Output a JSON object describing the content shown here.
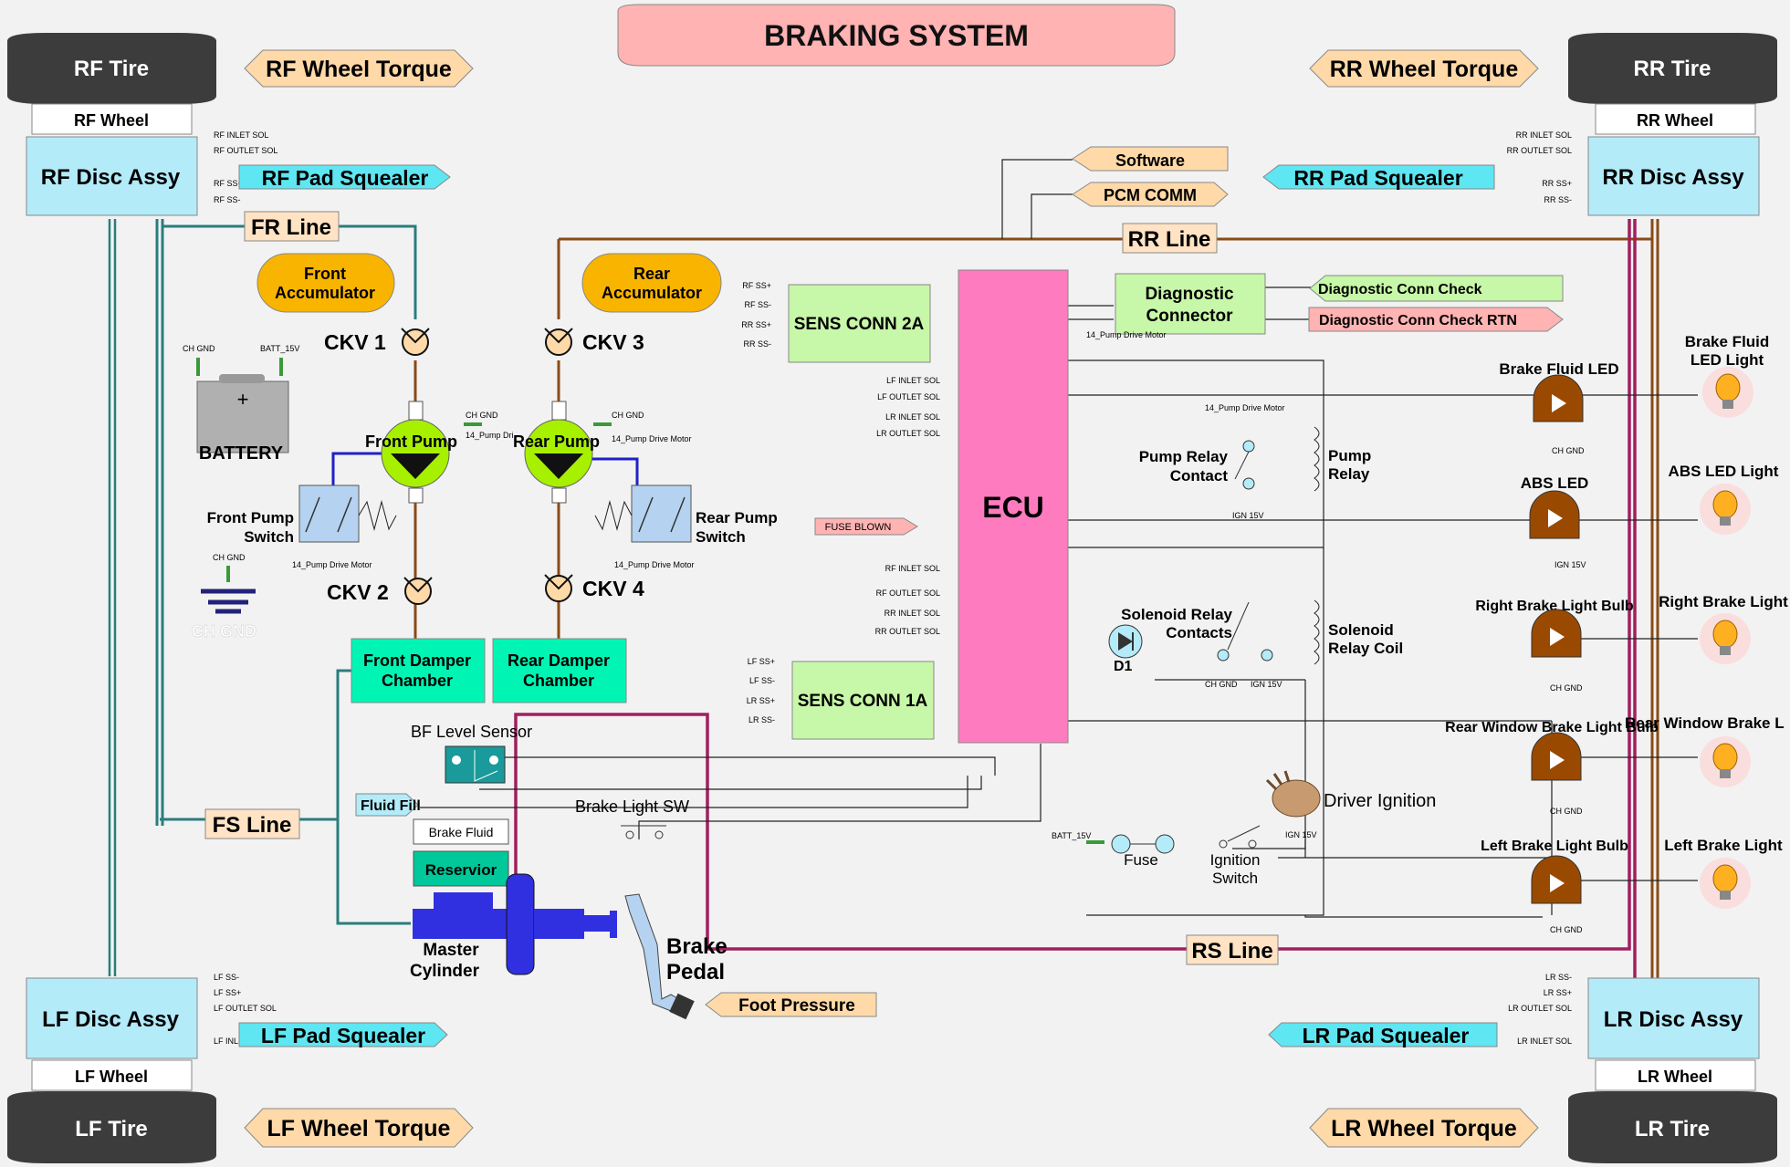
{
  "title": "BRAKING SYSTEM",
  "wheels": {
    "rf": {
      "tire": "RF Tire",
      "wheel": "RF Wheel",
      "disc": "RF Disc Assy",
      "torque": "RF Wheel Torque",
      "squealer": "RF Pad Squealer",
      "pins": [
        "RF INLET SOL",
        "RF OUTLET SOL",
        "RF SS+",
        "RF SS-"
      ]
    },
    "rr": {
      "tire": "RR Tire",
      "wheel": "RR Wheel",
      "disc": "RR Disc Assy",
      "torque": "RR Wheel Torque",
      "squealer": "RR Pad Squealer",
      "pins": [
        "RR INLET SOL",
        "RR OUTLET SOL",
        "RR SS+",
        "RR SS-"
      ]
    },
    "lf": {
      "tire": "LF Tire",
      "wheel": "LF Wheel",
      "disc": "LF Disc Assy",
      "torque": "LF Wheel Torque",
      "squealer": "LF Pad Squealer",
      "pins": [
        "LF SS-",
        "LF SS+",
        "LF OUTLET SOL",
        "LF INLET SOL"
      ]
    },
    "lr": {
      "tire": "LR Tire",
      "wheel": "LR Wheel",
      "disc": "LR Disc Assy",
      "torque": "LR Wheel Torque",
      "squealer": "LR Pad Squealer",
      "pins": [
        "LR SS-",
        "LR SS+",
        "LR OUTLET SOL",
        "LR INLET SOL"
      ]
    }
  },
  "lines": {
    "fr": "FR Line",
    "rr": "RR Line",
    "fs": "FS Line",
    "rs": "RS Line"
  },
  "hydraulics": {
    "front_accumulator": [
      "Front",
      "Accumulator"
    ],
    "rear_accumulator": [
      "Rear",
      "Accumulator"
    ],
    "ckv1": "CKV 1",
    "ckv2": "CKV 2",
    "ckv3": "CKV 3",
    "ckv4": "CKV 4",
    "front_pump": "Front Pump",
    "rear_pump": "Rear Pump",
    "front_pump_switch": [
      "Front Pump",
      "Switch"
    ],
    "rear_pump_switch": [
      "Rear Pump",
      "Switch"
    ],
    "front_damper": [
      "Front Damper",
      "Chamber"
    ],
    "rear_damper": [
      "Rear Damper",
      "Chamber"
    ],
    "bf_level_sensor": "BF Level Sensor",
    "fluid_fill": "Fluid Fill",
    "brake_fluid": "Brake Fluid",
    "reservior": "Reservior",
    "master_cylinder": [
      "Master",
      "Cylinder"
    ],
    "brake_pedal": [
      "Brake",
      "Pedal"
    ],
    "foot_pressure": "Foot Pressure",
    "brake_light_sw": "Brake Light SW"
  },
  "electrical": {
    "battery": "BATTERY",
    "ch_gnd": "CH GND",
    "batt_15v": "BATT_15V",
    "pump_drive_motor": "14_Pump Drive Motor",
    "pump_drive_short": "14_Pump Dri",
    "ign_15v": "IGN 15V",
    "sens_conn_2a": "SENS CONN 2A",
    "sens_conn_2a_pins": [
      "RF SS+",
      "RF SS-",
      "RR SS+",
      "RR SS-"
    ],
    "sens_conn_1a": "SENS CONN 1A",
    "sens_conn_1a_pins": [
      "LF SS+",
      "LF SS-",
      "LR SS+",
      "LR SS-"
    ],
    "ecu": "ECU",
    "ecu_pins_top": [
      "LF INLET SOL",
      "LF OUTLET SOL",
      "LR INLET SOL",
      "LR OUTLET SOL"
    ],
    "ecu_pins_bottom": [
      "RF INLET SOL",
      "RF OUTLET SOL",
      "RR INLET SOL",
      "RR OUTLET SOL"
    ],
    "software": "Software",
    "pcm_comm": "PCM COMM",
    "diagnostic_connector": [
      "Diagnostic",
      "Connector"
    ],
    "diag_check": "Diagnostic Conn Check",
    "diag_check_rtn": "Diagnostic Conn Check RTN",
    "fuse_blown": "FUSE BLOWN",
    "pump_relay_contact": [
      "Pump Relay",
      "Contact"
    ],
    "pump_relay": [
      "Pump",
      "Relay"
    ],
    "solenoid_relay_contacts": [
      "Solenoid Relay",
      "Contacts"
    ],
    "solenoid_relay_coil": [
      "Solenoid",
      "Relay Coil"
    ],
    "d1": "D1",
    "fuse": "Fuse",
    "ignition_switch": [
      "Ignition",
      "Switch"
    ],
    "driver_ignition": "Driver Ignition"
  },
  "lights": {
    "brake_fluid_led": "Brake Fluid LED",
    "brake_fluid_led_light": [
      "Brake Fluid",
      "LED Light"
    ],
    "abs_led": "ABS LED",
    "abs_led_light": "ABS LED Light",
    "right_brake_light_bulb": "Right Brake Light Bulb",
    "right_brake_light": "Right Brake Light",
    "rear_window_brake_light_bulb": "Rear Window Brake Light Bulb",
    "rear_window_brake_light": "Rear Window Brake L",
    "left_brake_light_bulb": "Left Brake Light Bulb",
    "left_brake_light": "Left Brake Light"
  },
  "colors": {
    "title_fill": "#ffb3b3",
    "tire": "#3c3c3c",
    "disc": "#b3ebf9",
    "squealer": "#5ee6f2",
    "torque": "#ffd9a8",
    "accumulator": "#f9b400",
    "pump": "#a6f000",
    "switch": "#b5d2f0",
    "damper": "#00f5b4",
    "sens_conn": "#c7f7a8",
    "ecu": "#ff7bbf",
    "diag_check": "#c7f7a8",
    "diag_rtn": "#ffb3b3",
    "led": "#9a4a00",
    "pipe_teal": "#2a7d7d",
    "pipe_brown": "#8a4b14",
    "pipe_magenta": "#a0205e",
    "pipe_blue": "#2020c8",
    "master_cyl": "#3030e0"
  }
}
